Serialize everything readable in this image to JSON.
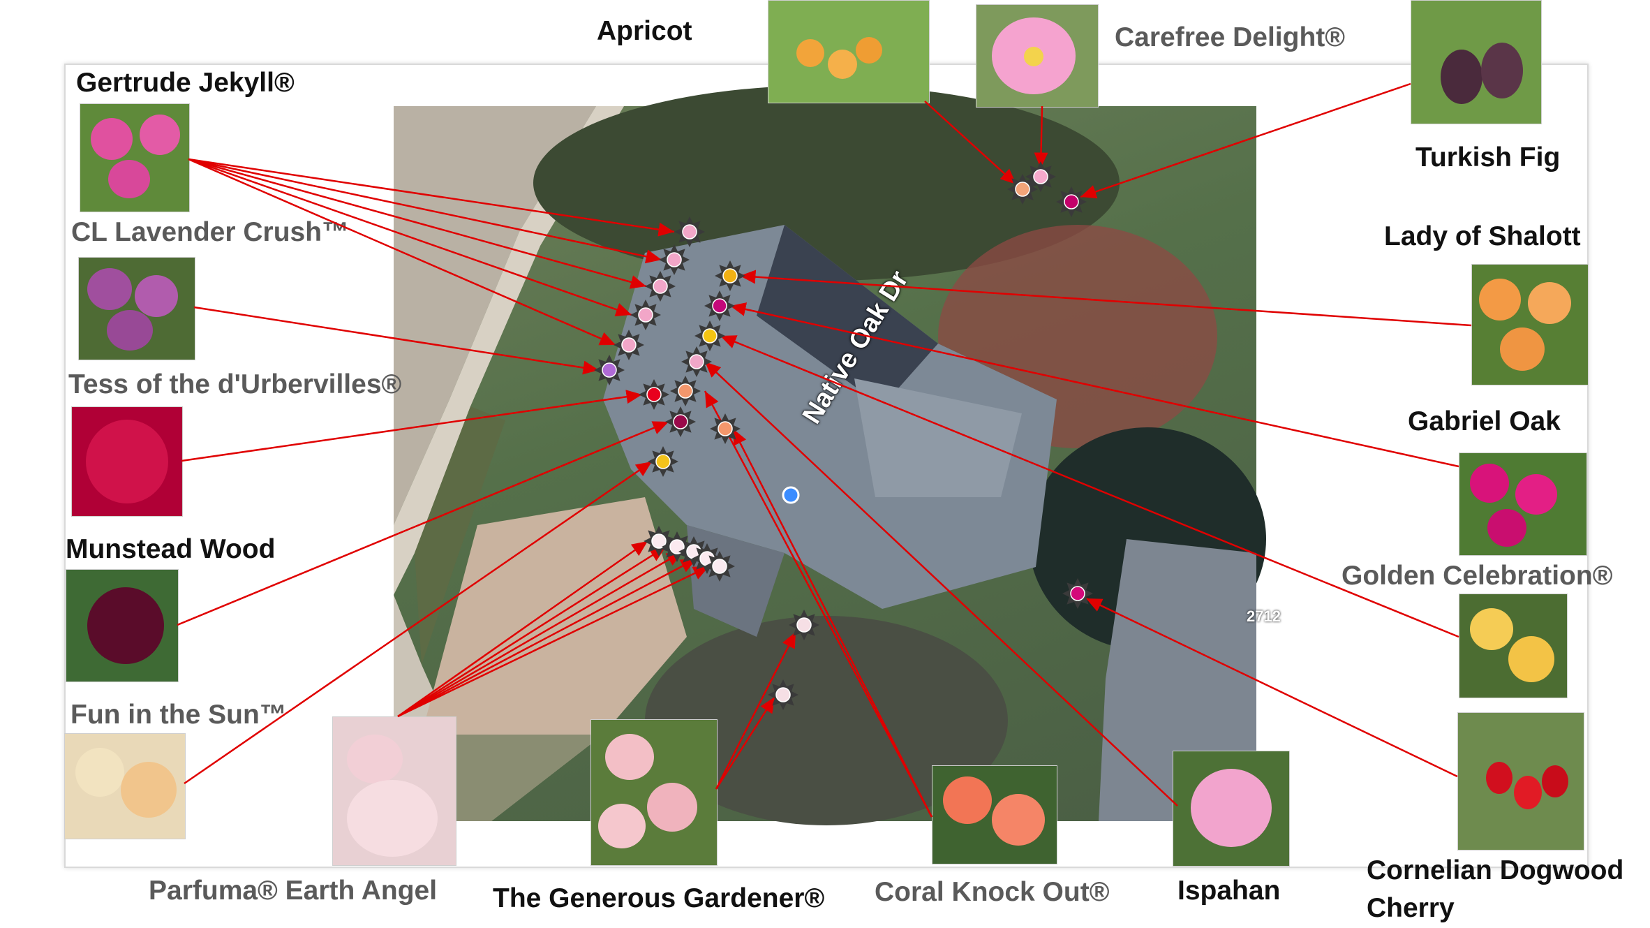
{
  "map": {
    "street_label": "Native Oak Dr",
    "house_number": "2712"
  },
  "labels": {
    "apricot": "Apricot",
    "carefree_delight": "Carefree Delight®",
    "turkish_fig": "Turkish Fig",
    "gertrude_jekyll": "Gertrude Jekyll®",
    "cl_lavender_crush": "CL Lavender Crush™",
    "tess": "Tess of the d'Urbervilles®",
    "munstead_wood": "Munstead Wood",
    "fun_in_the_sun": "Fun in the Sun™",
    "lady_of_shalott": "Lady of Shalott",
    "gabriel_oak": "Gabriel Oak",
    "golden_celebration": "Golden Celebration®",
    "cornelian_line1": "Cornelian Dogwood",
    "cornelian_line2": "Cherry",
    "parfuma_earth_angel": "Parfuma® Earth Angel",
    "generous_gardener": "The Generous Gardener®",
    "coral_knock_out": "Coral Knock Out®",
    "ispahan": "Ispahan"
  },
  "colors": {
    "arrow": "#e00000",
    "gertrude_jekyll": "#f2a6c8",
    "cl_lavender_crush": "#b06ad6",
    "tess": "#e8001e",
    "munstead_wood": "#9a0a4a",
    "fun_in_the_sun": "#f3c21b",
    "lady_of_shalott": "#f1b114",
    "gabriel_oak": "#c4087a",
    "golden_celebration": "#f4c513",
    "cornelian_cherry": "#d40a7a",
    "parfuma_earth_angel": "#fbeaf0",
    "generous_gardener": "#f6dfe5",
    "coral_knock_out": "#f4976c",
    "ispahan": "#f0a7c8",
    "apricot": "#f2a479",
    "carefree_delight": "#f6a9cc",
    "turkish_fig": "#c2006a",
    "location_dot": "#3a8cff"
  },
  "icons": [
    "location-dot-icon",
    "plant-marker-icon"
  ]
}
